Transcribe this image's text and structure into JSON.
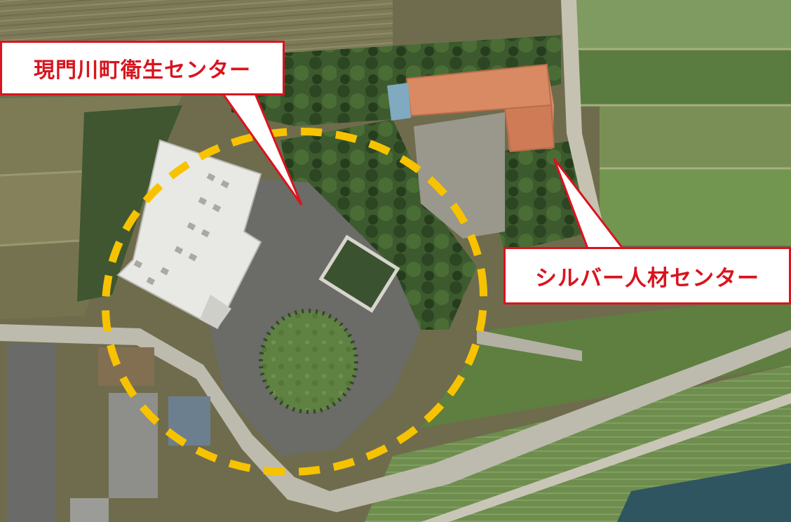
{
  "map": {
    "type": "aerial photograph",
    "colors": {
      "callout_red": "#d9141e",
      "highlight_yellow": "#f7c300",
      "field_green": "#5d7a46",
      "paddy_green": "#7c9a5c",
      "road_gray": "#b9b7ad",
      "lot_gray": "#6d6d6a",
      "building_white": "#e9e9e6",
      "roof_orange": "#d98a63"
    }
  },
  "callouts": [
    {
      "id": "eisei",
      "label": "現門川町衛生センター"
    },
    {
      "id": "silver",
      "label": "シルバー人材センター"
    }
  ],
  "highlight": {
    "shape": "dashed ellipse",
    "color": "#f7c300",
    "target": "現門川町衛生センター"
  }
}
